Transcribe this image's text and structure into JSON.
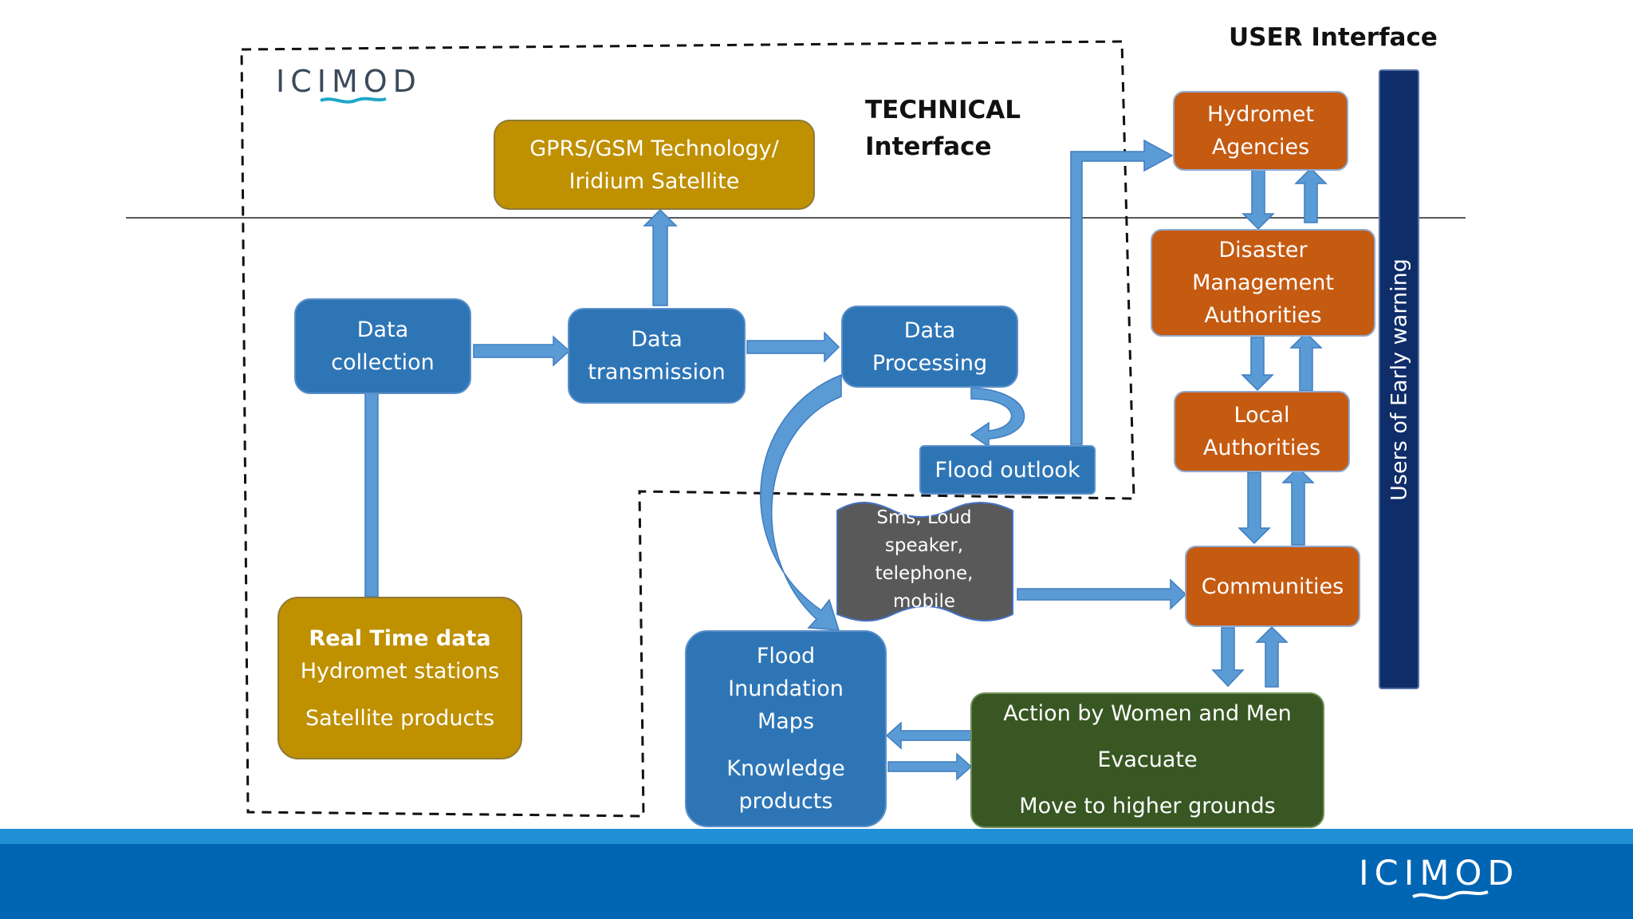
{
  "logo": {
    "text": "ICIMOD"
  },
  "headings": {
    "user_interface": "USER Interface",
    "technical_line1": "TECHNICAL",
    "technical_line2": "Interface"
  },
  "nodes": {
    "gprs": {
      "line1": "GPRS/GSM Technology/",
      "line2": "Iridium Satellite"
    },
    "data_collection": {
      "line1": "Data",
      "line2": "collection"
    },
    "data_transmission": {
      "line1": "Data",
      "line2": "transmission"
    },
    "data_processing": {
      "line1": "Data",
      "line2": "Processing"
    },
    "flood_outlook": {
      "text": "Flood outlook"
    },
    "real_time": {
      "title": "Real Time data",
      "line1": "Hydromet stations",
      "line2": "Satellite products"
    },
    "sms": {
      "line1": "Sms, Loud",
      "line2": "speaker,",
      "line3": "telephone,",
      "line4": "mobile"
    },
    "flood_maps": {
      "line1": "Flood",
      "line2": "Inundation",
      "line3": "Maps",
      "line4": "Knowledge",
      "line5": "products"
    },
    "hydromet_agencies": {
      "line1": "Hydromet",
      "line2": "Agencies"
    },
    "disaster_mgmt": {
      "line1": "Disaster",
      "line2": "Management",
      "line3": "Authorities"
    },
    "local_auth": {
      "line1": "Local",
      "line2": "Authorities"
    },
    "communities": {
      "text": "Communities"
    },
    "action": {
      "line1": "Action by Women and Men",
      "line2": "Evacuate",
      "line3": "Move to higher grounds"
    }
  },
  "users_bar": {
    "text": "Users of Early warning"
  },
  "colors": {
    "blue_box": "#2E75B6",
    "gold_box": "#BF9000",
    "orange_box": "#C55A11",
    "green_box": "#385723",
    "arrow": "#5B9BD5",
    "users_bar": "#0F2D69",
    "footer": "#0065B3"
  }
}
